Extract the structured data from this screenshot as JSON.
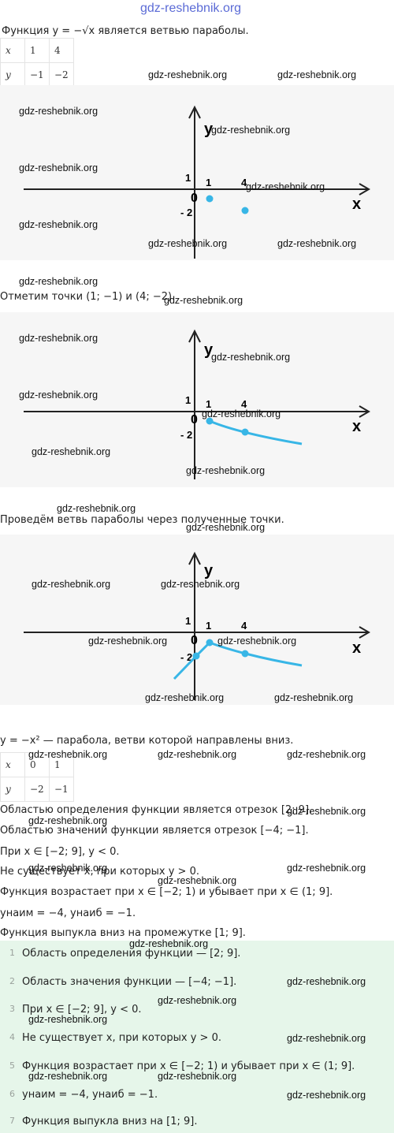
{
  "watermark_top": "gdz-reshebnik.org",
  "watermark": "gdz-reshebnik.org",
  "section1": {
    "intro": "Функция y = −√x является ветвью параболы.",
    "table": {
      "row_x": [
        "x",
        "1",
        "4"
      ],
      "row_y": [
        "y",
        "−1",
        "−2"
      ]
    }
  },
  "graph_labels": {
    "y": "y",
    "x": "x",
    "origin": "0",
    "one_y": "1",
    "one_x": "1",
    "four_x": "4",
    "minus_two": "- 2"
  },
  "step1": "Отметим точки (1; −1) и (4; −2).",
  "step2": "Проведём ветвь параболы через полученные точки.",
  "section2": {
    "intro": "y = −x² — парабола, ветви которой направлены вниз.",
    "table": {
      "row_x": [
        "x",
        "0",
        "1"
      ],
      "row_y": [
        "y",
        "−2",
        "−1"
      ]
    }
  },
  "facts": [
    "Областью определения функции является отрезок [2; 9].",
    "Областью значений функции является отрезок [−4; −1].",
    "При x ∈ [−2; 9], y < 0.",
    "Не существует x, при которых y > 0.",
    "Функция возрастает при x ∈ [−2; 1) и убывает при x ∈ (1; 9].",
    "yнаим = −4, yнаиб = −1.",
    "Функция выпукла вниз на промежутке [1; 9]."
  ],
  "summary": [
    {
      "num": "1",
      "text": "Область определения функции — [2; 9]."
    },
    {
      "num": "2",
      "text": "Область значения функции — [−4; −1]."
    },
    {
      "num": "3",
      "text": "При x ∈ [−2; 9], y < 0."
    },
    {
      "num": "4",
      "text": "Не существует x, при которых y > 0."
    },
    {
      "num": "5",
      "text": "Функция возрастает при x ∈ [−2; 1) и убывает при x ∈ (1; 9]."
    },
    {
      "num": "6",
      "text": "yнаим = −4, yнаиб = −1."
    },
    {
      "num": "7",
      "text": "Функция выпукла вниз на [1; 9]."
    }
  ],
  "colors": {
    "curve": "#38b6e6",
    "panel": "#f6f6f6",
    "summary_bg": "#e6f6ea",
    "watermark_top": "#5b6bd6"
  }
}
